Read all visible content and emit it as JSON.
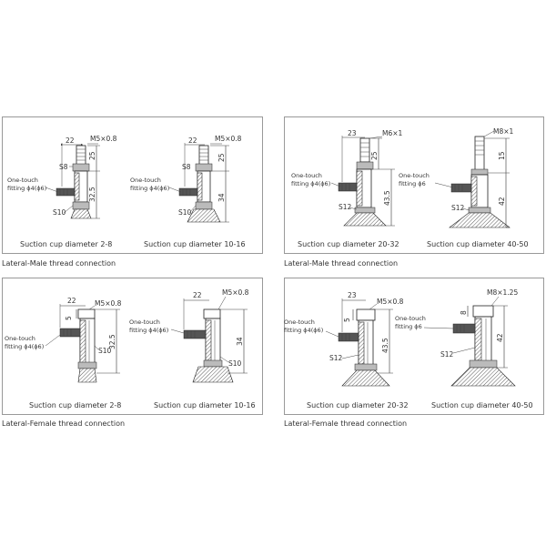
{
  "panels": [
    {
      "id": "lateral-male-small",
      "section_label": "Lateral-Male thread connection",
      "captions": [
        "Suction cup diameter 2-8",
        "Suction cup diameter 10-16"
      ],
      "fig1": {
        "top_width": "22",
        "thread": "M5×0.8",
        "hex": "S8",
        "h1": "25",
        "h2": "32.5",
        "fitting_title": "One-touch",
        "fitting_size": "fitting ϕ4(ϕ6)",
        "base": "S10"
      },
      "fig2": {
        "top_width": "22",
        "thread": "M5×0.8",
        "hex": "S8",
        "h1": "25",
        "h2": "34",
        "fitting_title": "One-touch",
        "fitting_size": "fitting ϕ4(ϕ6)",
        "base": "S10"
      }
    },
    {
      "id": "lateral-male-large",
      "section_label": "Lateral-Male thread connection",
      "captions": [
        "Suction cup diameter 20-32",
        "Suction cup diameter 40-50"
      ],
      "fig1": {
        "top_width": "23",
        "thread": "M6×1",
        "h1": "25",
        "h2": "43.5",
        "fitting_title": "One-touch",
        "fitting_size": "fitting ϕ4(ϕ6)",
        "base": "S12"
      },
      "fig2": {
        "thread": "M8×1",
        "h1": "15",
        "h2": "42",
        "fitting_title": "One-touch",
        "fitting_size": "fitting ϕ6",
        "base": "S12"
      }
    },
    {
      "id": "lateral-female-small",
      "section_label": "Lateral-Female thread connection",
      "captions": [
        "Suction cup diameter 2-8",
        "Suction cup diameter 10-16"
      ],
      "fig1": {
        "top_width": "22",
        "thread": "M5×0.8",
        "h1": "5",
        "h2": "32.5",
        "fitting_title": "One-touch",
        "fitting_size": "fitting ϕ4(ϕ6)",
        "base": "S10"
      },
      "fig2": {
        "top_width": "22",
        "thread": "M5×0.8",
        "h2": "34",
        "fitting_title": "One-touch",
        "fitting_size": "fitting ϕ4(ϕ6)",
        "base": "S10"
      }
    },
    {
      "id": "lateral-female-large",
      "section_label": "Lateral-Female thread connection",
      "captions": [
        "Suction cup diameter 20-32",
        "Suction cup diameter 40-50"
      ],
      "fig1": {
        "top_width": "23",
        "thread": "M5×0.8",
        "h1": "5",
        "h2": "43.5",
        "fitting_title": "One-touch",
        "fitting_size": "fitting ϕ4(ϕ6)",
        "base": "S12"
      },
      "fig2": {
        "thread": "M8×1.25",
        "h1": "8",
        "h2": "42",
        "fitting_title": "One-touch",
        "fitting_size": "fitting ϕ6",
        "base": "S12"
      }
    }
  ]
}
